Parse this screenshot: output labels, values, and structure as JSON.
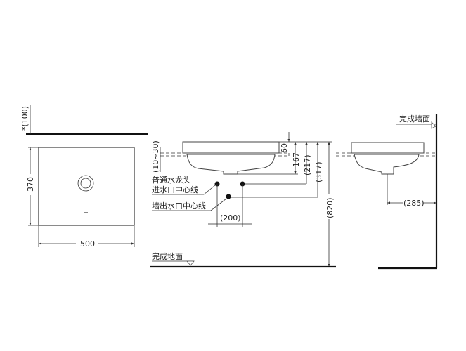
{
  "plan_view": {
    "wall_clearance": "*(100)",
    "depth": "370",
    "width": "500"
  },
  "front_view": {
    "counter_thickness": "(10~30)",
    "rim_height": "60",
    "bowl_depth": "167",
    "faucet_inlet_height": "(217)",
    "wall_outlet_height": "(317)",
    "counter_height": "(820)",
    "inlet_spacing": "(200)",
    "faucet_inlet_label_1": "普通水龙头",
    "faucet_inlet_label_2": "进水口中心线",
    "wall_outlet_label": "墙出水口中心线",
    "floor_label": "完成地面"
  },
  "side_view": {
    "wall_label": "完成墙面",
    "drain_to_wall": "(285)"
  }
}
